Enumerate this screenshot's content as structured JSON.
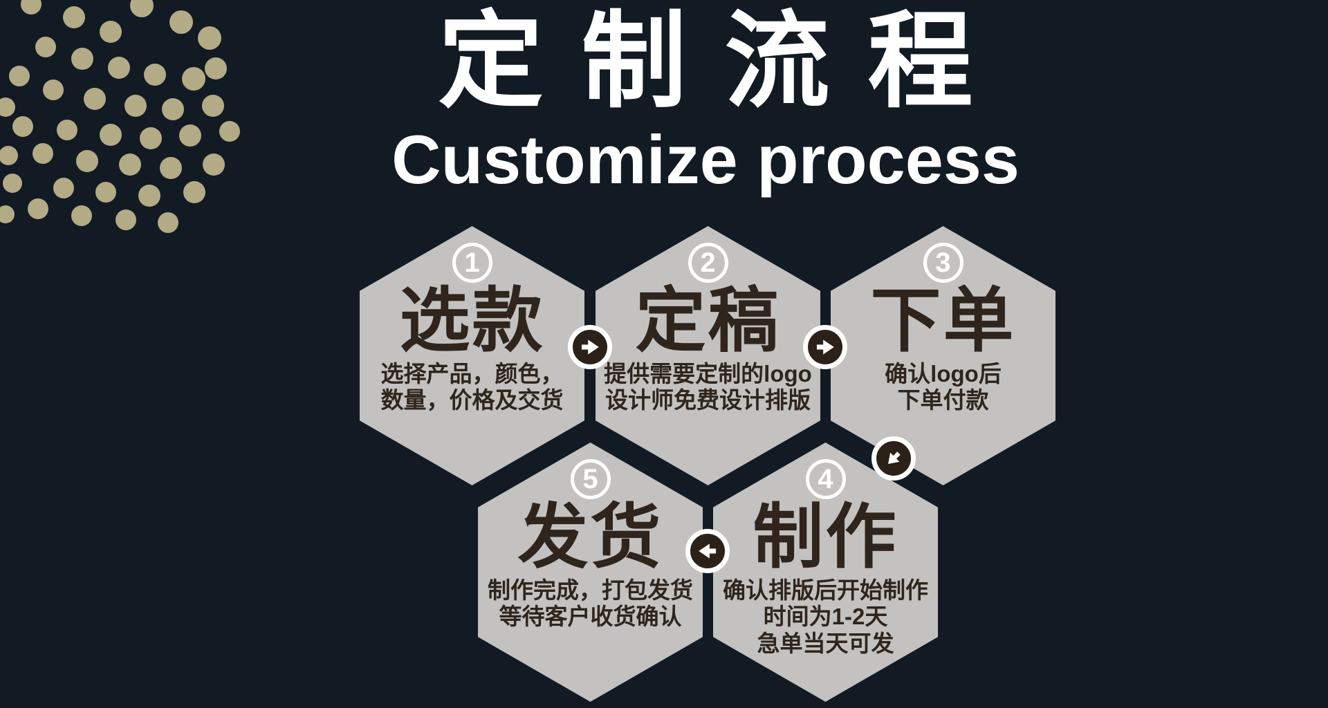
{
  "header": {
    "title": "定制流程",
    "subtitle": "Customize process"
  },
  "steps": [
    {
      "number": "1",
      "name": "选款",
      "desc_lines": [
        "选择产品，颜色，",
        "数量，价格及交货"
      ]
    },
    {
      "number": "2",
      "name": "定稿",
      "desc_lines": [
        "提供需要定制的logo",
        "设计师免费设计排版"
      ]
    },
    {
      "number": "3",
      "name": "下单",
      "desc_lines": [
        "确认logo后",
        "下单付款"
      ]
    },
    {
      "number": "4",
      "name": "制作",
      "desc_lines": [
        "确认排版后开始制作",
        "时间为1-2天",
        "急单当天可发"
      ]
    },
    {
      "number": "5",
      "name": "发货",
      "desc_lines": [
        "制作完成，打包发货",
        "等待客户收货确认"
      ]
    }
  ],
  "arrows": [
    {
      "from": "1",
      "to": "2",
      "direction": "right"
    },
    {
      "from": "2",
      "to": "3",
      "direction": "right"
    },
    {
      "from": "3",
      "to": "4",
      "direction": "down-left"
    },
    {
      "from": "4",
      "to": "5",
      "direction": "left"
    }
  ],
  "colors": {
    "background": "#121a23",
    "hexagon": "#c3c2c0",
    "dark_text": "#2f251d",
    "arrow_circle": "#2b2118",
    "dots": "#b3ab86",
    "white": "#ffffff"
  }
}
